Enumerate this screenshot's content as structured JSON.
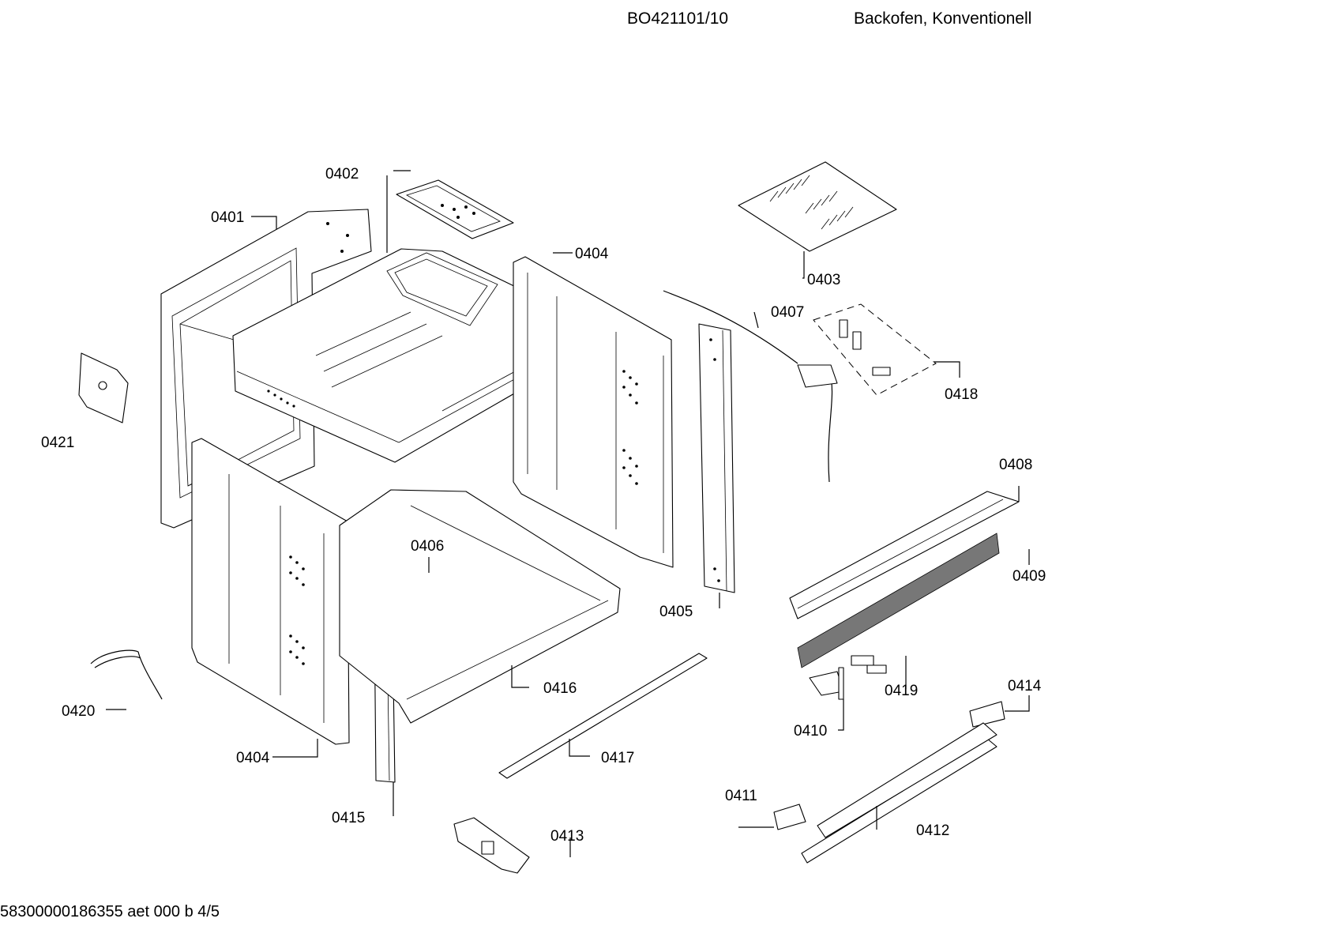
{
  "header": {
    "model": "BO421101/10",
    "description": "Backofen, Konventionell"
  },
  "footer": {
    "doc_code": "58300000186355 aet 000 b 4/5"
  },
  "part_labels": [
    {
      "id": "p0401",
      "text": "0401"
    },
    {
      "id": "p0402",
      "text": "0402"
    },
    {
      "id": "p0403",
      "text": "0403"
    },
    {
      "id": "p0404a",
      "text": "0404"
    },
    {
      "id": "p0404b",
      "text": "0404"
    },
    {
      "id": "p0405",
      "text": "0405"
    },
    {
      "id": "p0406",
      "text": "0406"
    },
    {
      "id": "p0407",
      "text": "0407"
    },
    {
      "id": "p0408",
      "text": "0408"
    },
    {
      "id": "p0409",
      "text": "0409"
    },
    {
      "id": "p0410",
      "text": "0410"
    },
    {
      "id": "p0411",
      "text": "0411"
    },
    {
      "id": "p0412",
      "text": "0412"
    },
    {
      "id": "p0413",
      "text": "0413"
    },
    {
      "id": "p0414",
      "text": "0414"
    },
    {
      "id": "p0415",
      "text": "0415"
    },
    {
      "id": "p0416",
      "text": "0416"
    },
    {
      "id": "p0417",
      "text": "0417"
    },
    {
      "id": "p0418",
      "text": "0418"
    },
    {
      "id": "p0419",
      "text": "0419"
    },
    {
      "id": "p0420",
      "text": "0420"
    },
    {
      "id": "p0421",
      "text": "0421"
    }
  ]
}
